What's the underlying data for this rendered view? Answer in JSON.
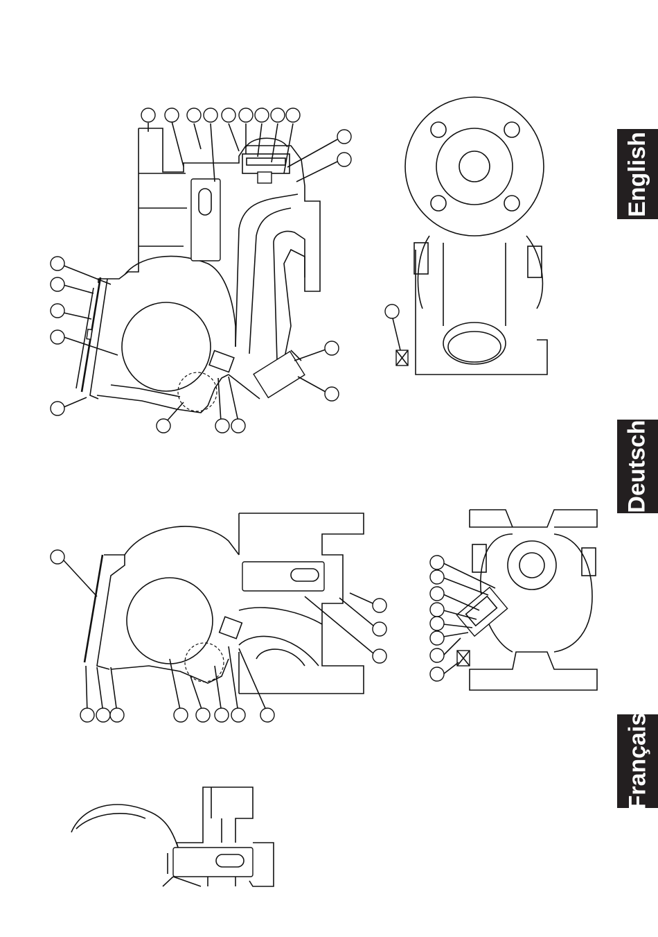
{
  "side_tabs": {
    "english": "English",
    "deutsch": "Deutsch",
    "francais": "Français"
  },
  "tab_colors": {
    "background": "#231f20",
    "text": "#ffffff"
  }
}
